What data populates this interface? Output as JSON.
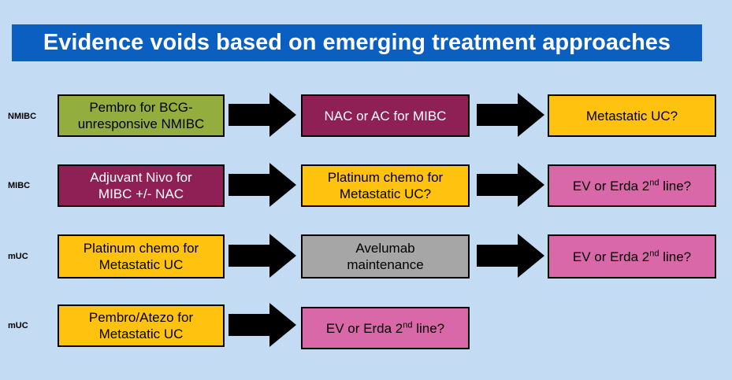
{
  "title": "Evidence voids based on emerging treatment approaches",
  "colors": {
    "background": "#c3dcf4",
    "title_bar": "#0b5fc0",
    "green": "#93ad3f",
    "maroon": "#8f2056",
    "gold": "#ffc20e",
    "pink": "#d868a8",
    "gray": "#a6a6a6"
  },
  "rows": [
    {
      "label": "NMIBC",
      "steps": [
        {
          "text": "Pembro for BCG-\nunresponsive NMIBC",
          "color": "green"
        },
        {
          "text": "NAC or AC for MIBC",
          "color": "maroon"
        },
        {
          "text": "Metastatic UC?",
          "color": "gold"
        }
      ]
    },
    {
      "label": "MIBC",
      "steps": [
        {
          "text": "Adjuvant Nivo for\nMIBC +/- NAC",
          "color": "maroon"
        },
        {
          "text": "Platinum chemo for\nMetastatic UC?",
          "color": "gold"
        },
        {
          "text": "EV or Erda 2",
          "sup": "nd",
          "suffix": " line?",
          "color": "pink"
        }
      ]
    },
    {
      "label": "mUC",
      "steps": [
        {
          "text": "Platinum chemo for\nMetastatic UC",
          "color": "gold"
        },
        {
          "text": "Avelumab\nmaintenance",
          "color": "gray"
        },
        {
          "text": "EV or Erda 2",
          "sup": "nd",
          "suffix": " line?",
          "color": "pink"
        }
      ]
    },
    {
      "label": "mUC",
      "steps": [
        {
          "text": "Pembro/Atezo for\nMetastatic UC",
          "color": "gold"
        },
        {
          "text": "EV or Erda 2",
          "sup": "nd",
          "suffix": " line?",
          "color": "pink"
        }
      ]
    }
  ]
}
